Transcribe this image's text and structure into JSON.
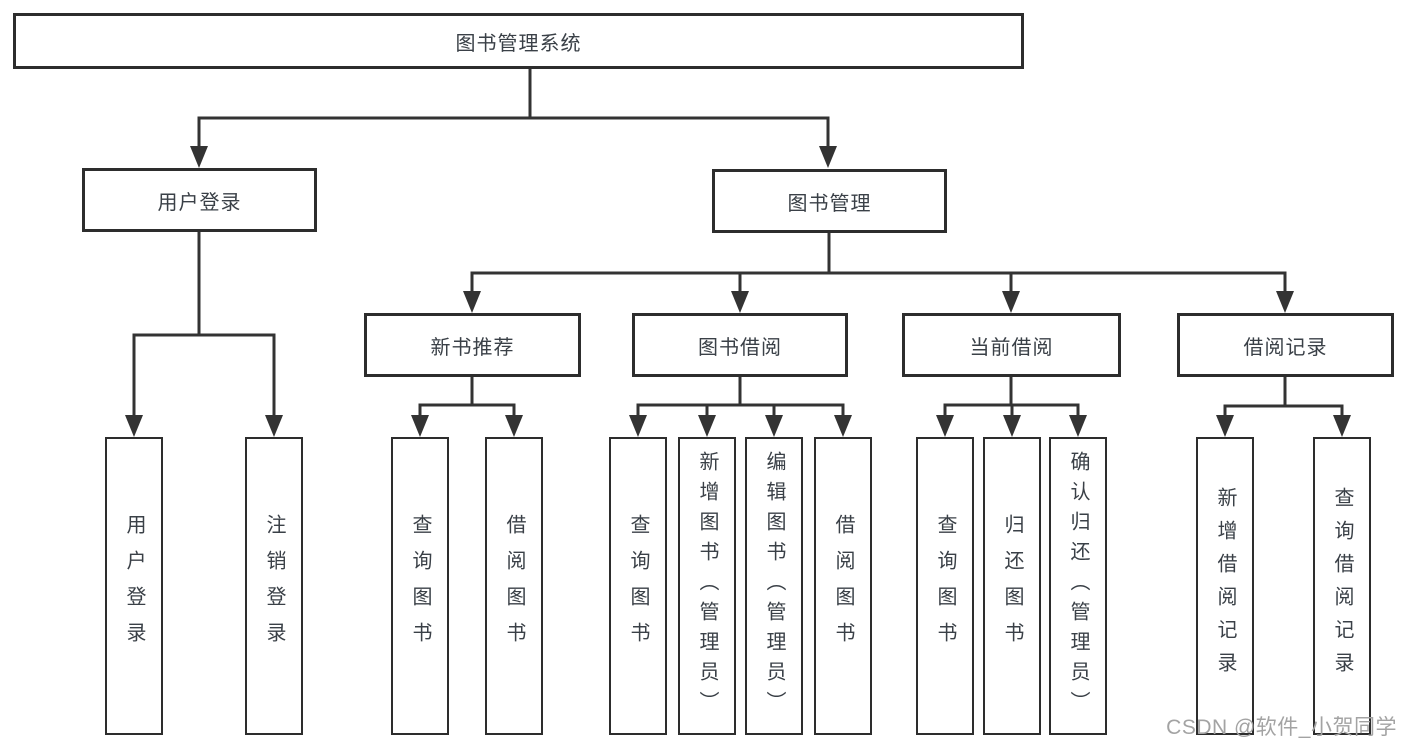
{
  "diagram": {
    "root": {
      "label": "图书管理系统"
    },
    "level1": [
      {
        "id": "user-login",
        "label": "用户登录"
      },
      {
        "id": "book-management",
        "label": "图书管理"
      }
    ],
    "level2": [
      {
        "id": "new-book-recommend",
        "label": "新书推荐",
        "parent": "图书管理"
      },
      {
        "id": "book-borrowing",
        "label": "图书借阅",
        "parent": "图书管理"
      },
      {
        "id": "current-borrowing",
        "label": "当前借阅",
        "parent": "图书管理"
      },
      {
        "id": "borrowing-records",
        "label": "借阅记录",
        "parent": "图书管理"
      }
    ],
    "leaves": [
      {
        "id": "user-login-leaf",
        "label": "用户登录",
        "parent": "用户登录"
      },
      {
        "id": "logout",
        "label": "注销登录",
        "parent": "用户登录"
      },
      {
        "id": "query-books-recommend",
        "label": "查询图书",
        "parent": "新书推荐"
      },
      {
        "id": "borrow-books-recommend",
        "label": "借阅图书",
        "parent": "新书推荐"
      },
      {
        "id": "query-books-borrowing",
        "label": "查询图书",
        "parent": "图书借阅"
      },
      {
        "id": "add-books-admin",
        "label": "新增图书（管理员）",
        "parent": "图书借阅"
      },
      {
        "id": "edit-books-admin",
        "label": "编辑图书（管理员）",
        "parent": "图书借阅"
      },
      {
        "id": "borrow-books-borrowing",
        "label": "借阅图书",
        "parent": "图书借阅"
      },
      {
        "id": "query-books-current",
        "label": "查询图书",
        "parent": "当前借阅"
      },
      {
        "id": "return-books",
        "label": "归还图书",
        "parent": "当前借阅"
      },
      {
        "id": "confirm-return-admin",
        "label": "确认归还（管理员）",
        "parent": "当前借阅"
      },
      {
        "id": "add-borrow-record",
        "label": "新增借阅记录",
        "parent": "借阅记录"
      },
      {
        "id": "query-borrow-record",
        "label": "查询借阅记录",
        "parent": "借阅记录"
      }
    ]
  },
  "watermark": "CSDN @软件_小贺同学",
  "colors": {
    "line": "#333333",
    "box_border": "#2d2d2d",
    "text": "#3a4047",
    "watermark": "#a3a3a3",
    "background": "#ffffff"
  }
}
